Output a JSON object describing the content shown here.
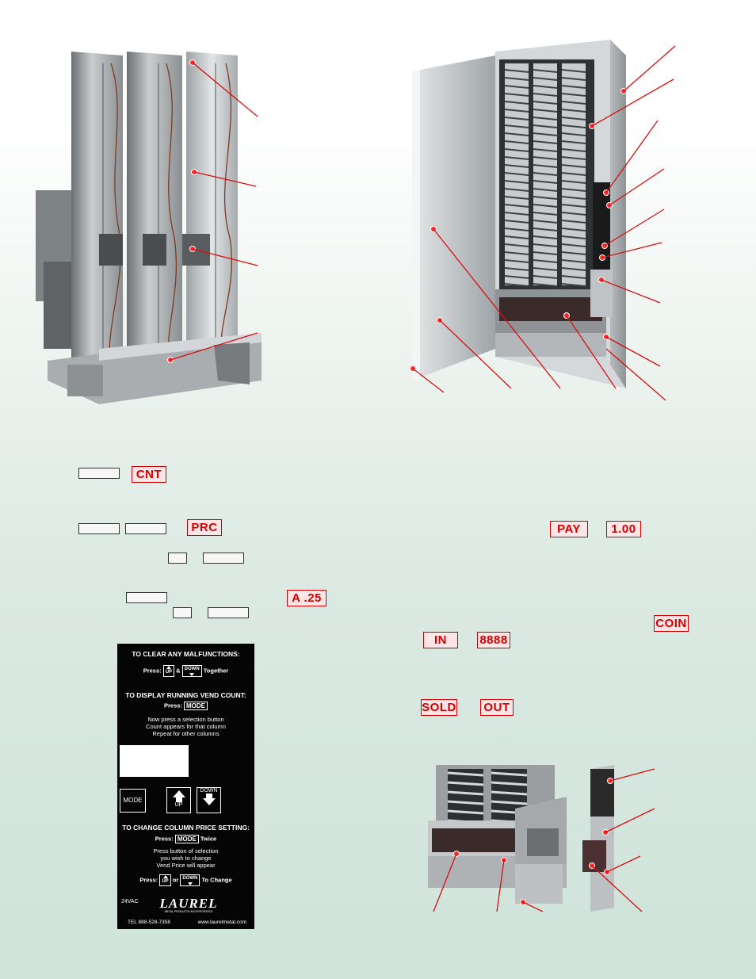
{
  "displays": {
    "cnt": "CNT",
    "prc": "PRC",
    "a25": "A .25",
    "pay": "PAY",
    "price": "1.00",
    "coin": "COIN",
    "in": "IN",
    "count": "8888",
    "sold": "SOLD",
    "out": "OUT"
  },
  "panel": {
    "title_clear": "TO CLEAR ANY MALFUNCTIONS:",
    "press": "Press:",
    "and": "&",
    "together": "Together",
    "title_count": "TO DISPLAY RUNNING VEND COUNT:",
    "count_line1": "Now press a selection button",
    "count_line2": "Count appears for that column",
    "count_line3": "Repeat for other columns",
    "mode_label": "MODE",
    "up_label": "UP",
    "down_label": "DOWN",
    "title_price": "TO CHANGE COLUMN PRICE SETTING:",
    "twice": "Twice",
    "price_line1": "Press button of selection",
    "price_line2": "you wish to change",
    "price_line3": "Vend Price will appear",
    "or": "or",
    "to_change": "To Change",
    "voltage": "24VAC",
    "logo": "LAUREL",
    "logo_sub": "METAL PRODUCTS INCORPORATED",
    "tel": "TEL 888-528-7358",
    "web": "www.laurelmetal.com"
  },
  "colors": {
    "callout": "#d61010",
    "led_text": "#d10000",
    "led_bg": "#ffe5e5"
  }
}
